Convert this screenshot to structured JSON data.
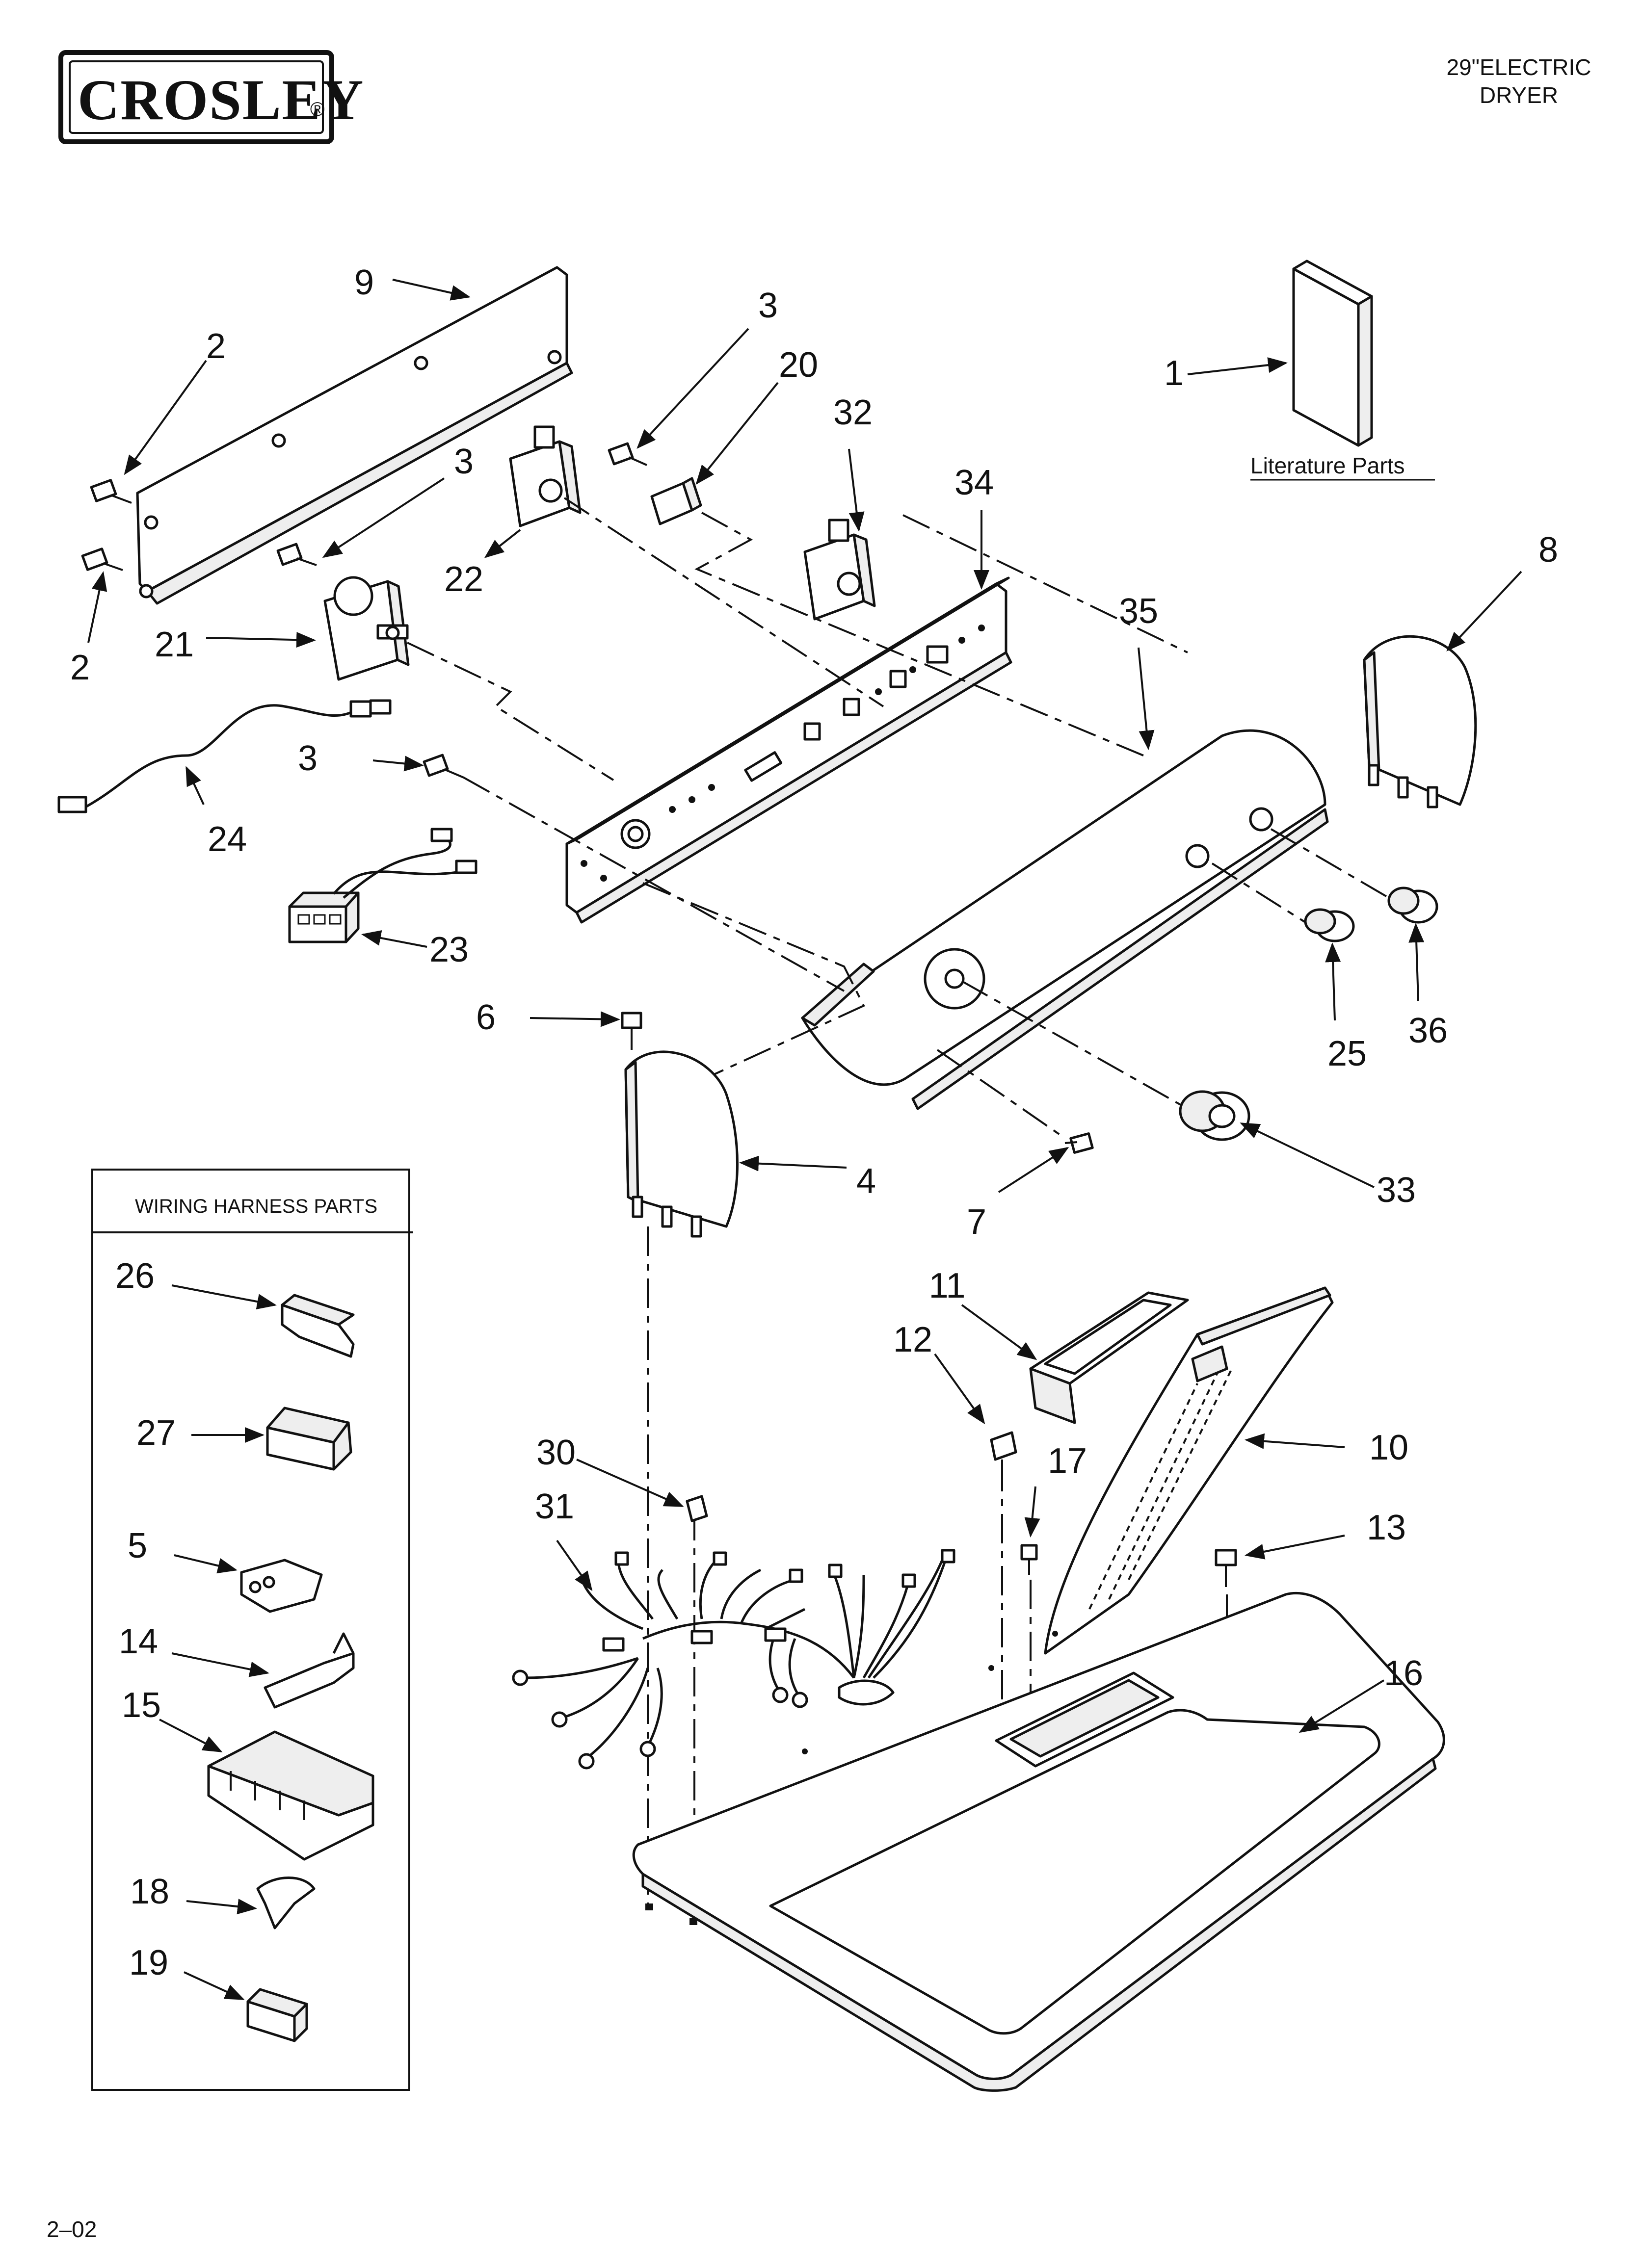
{
  "brand": {
    "logo": "CROSLEY",
    "registered_mark": "®"
  },
  "header": {
    "line1": "29\"ELECTRIC",
    "line2": "DRYER"
  },
  "literature_label": "Literature Parts",
  "wiring_box_title": "WIRING HARNESS PARTS",
  "footer": {
    "code": "2–02"
  },
  "callouts": {
    "c1": "1",
    "c2a": "2",
    "c2b": "2",
    "c3a": "3",
    "c3b": "3",
    "c3c": "3",
    "c4": "4",
    "c5": "5",
    "c6": "6",
    "c7": "7",
    "c8": "8",
    "c9": "9",
    "c10": "10",
    "c11": "11",
    "c12": "12",
    "c13": "13",
    "c14": "14",
    "c15": "15",
    "c16": "16",
    "c17": "17",
    "c18": "18",
    "c19": "19",
    "c20": "20",
    "c21": "21",
    "c22": "22",
    "c23": "23",
    "c24": "24",
    "c25": "25",
    "c26": "26",
    "c27": "27",
    "c30": "30",
    "c31": "31",
    "c32": "32",
    "c33": "33",
    "c34": "34",
    "c35": "35",
    "c36": "36"
  }
}
